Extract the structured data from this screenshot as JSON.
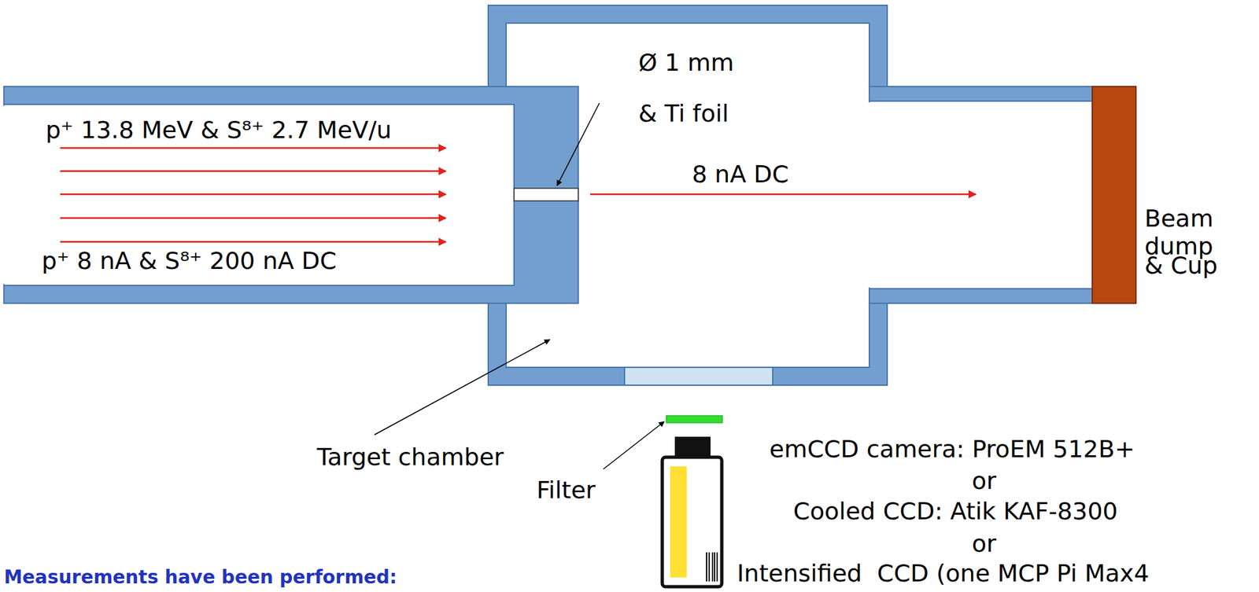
{
  "diagram": {
    "labels": [
      "p⁺ 13.8 MeV & S⁸⁺ 2.7 MeV/u",
      "p⁺ 8 nA & S⁸⁺ 200 nA DC",
      "Ø 1 mm",
      "& Ti foil",
      "8 nA DC",
      "Beam dump",
      "& Cup",
      "Target chamber",
      "Filter",
      "emCCD camera: ProEM 512B+",
      "or",
      "Cooled CCD: Atik KAF-8300",
      "or",
      "Intensified  CCD (one MCP Pi Max4",
      "Measurements have been performed:"
    ]
  }
}
